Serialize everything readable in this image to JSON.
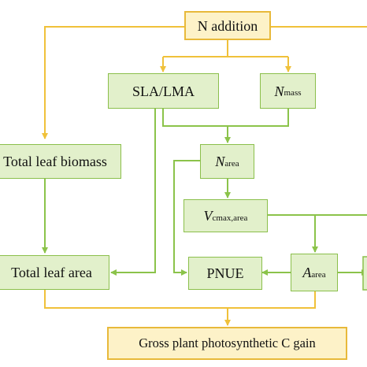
{
  "colors": {
    "yellow": "#f0c13a",
    "green": "#8bc34a",
    "yellow_fill": "#fdf2c8",
    "green_fill": "#e2f0cb"
  },
  "nodes": {
    "n_addition": "N addition",
    "sla_lma": "SLA/LMA",
    "n_mass_symbol": "N",
    "n_mass_sub": "mass",
    "total_leaf_biomass": "Total leaf biomass",
    "n_area_symbol": "N",
    "n_area_sub": "area",
    "vcmax_symbol": "V",
    "vcmax_sub": "cmax,area",
    "total_leaf_area": "Total leaf area",
    "pnue": "PNUE",
    "a_area_symbol": "A",
    "a_area_sub": "area",
    "gross_gain": "Gross plant photosynthetic C gain"
  }
}
